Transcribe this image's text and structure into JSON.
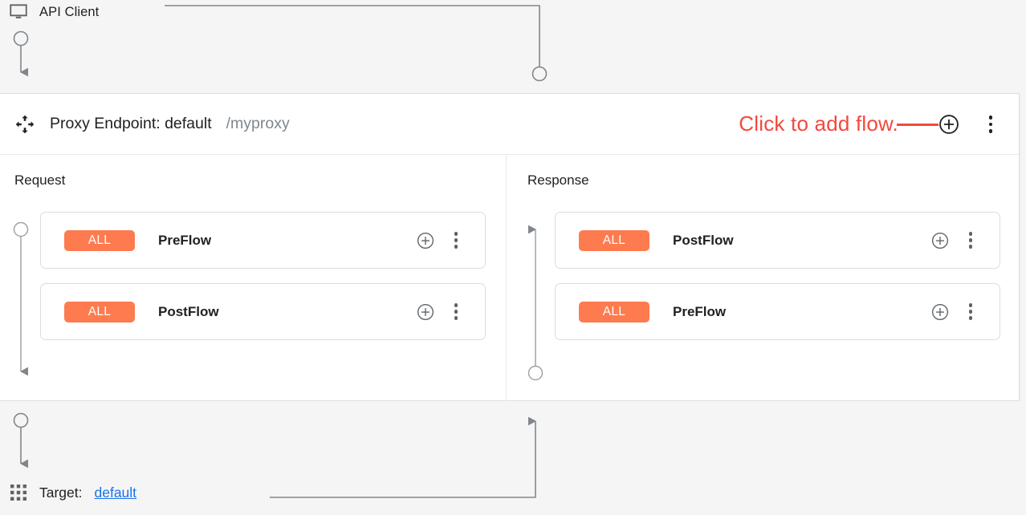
{
  "client": {
    "label": "API Client",
    "icon": "monitor-icon"
  },
  "endpoint": {
    "move_icon": "move-icon",
    "title": "Proxy Endpoint: default",
    "path": "/myproxy",
    "annotation": "Click to add flow.",
    "annotation_color": "#f4483c",
    "add_flow_icon": "plus-circle-icon",
    "overflow_icon": "more-vert-icon"
  },
  "request": {
    "title": "Request",
    "flows": [
      {
        "badge": "ALL",
        "name": "PreFlow"
      },
      {
        "badge": "ALL",
        "name": "PostFlow"
      }
    ]
  },
  "response": {
    "title": "Response",
    "flows": [
      {
        "badge": "ALL",
        "name": "PostFlow"
      },
      {
        "badge": "ALL",
        "name": "PreFlow"
      }
    ]
  },
  "target": {
    "icon": "apps-grid-icon",
    "label": "Target:",
    "link": "default"
  },
  "colors": {
    "badge": "#fd7b4f",
    "annotation": "#f4483c",
    "link": "#1a73e8",
    "connector": "#80868b",
    "panel_bg": "#ffffff",
    "canvas_bg": "#f5f5f5"
  }
}
